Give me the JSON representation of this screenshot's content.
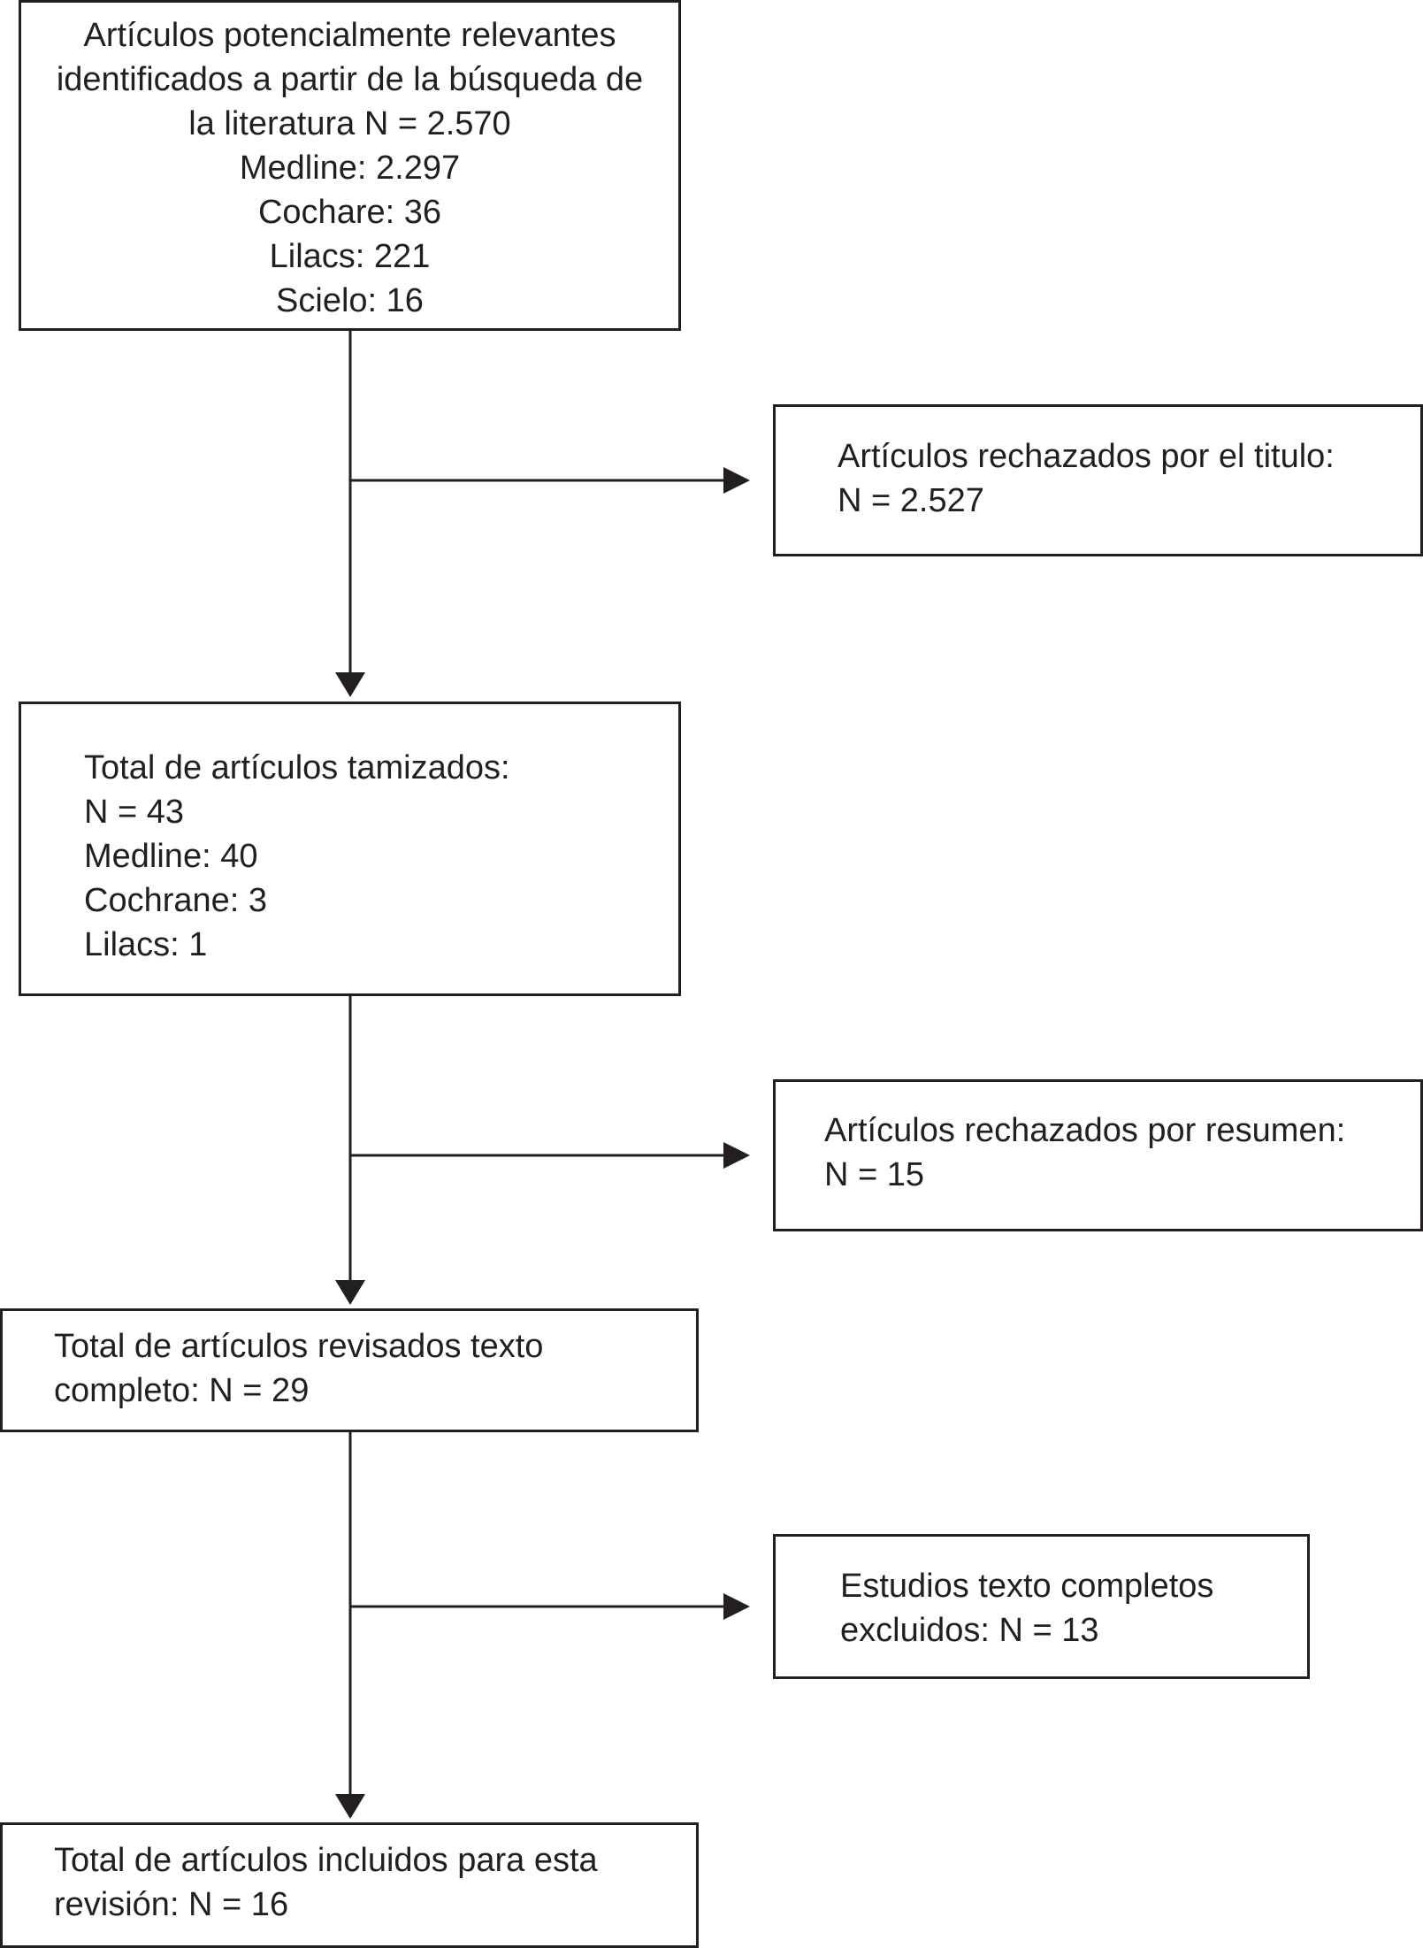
{
  "boxes": {
    "identified": {
      "lines": [
        "Artículos potencialmente relevantes",
        "identificados a partir de la búsqueda de",
        "la literatura N = 2.570",
        "Medline: 2.297",
        "Cochare: 36",
        "Lilacs: 221",
        "Scielo: 16"
      ]
    },
    "rejected_title": {
      "lines": [
        "Artículos rechazados por el titulo:",
        "N = 2.527"
      ]
    },
    "screened": {
      "lines": [
        "Total de artículos tamizados:",
        "N = 43",
        "Medline: 40",
        "Cochrane: 3",
        "Lilacs: 1"
      ]
    },
    "rejected_abstract": {
      "lines": [
        "Artículos rechazados por resumen:",
        "N = 15"
      ]
    },
    "fulltext_reviewed": {
      "lines": [
        "Total de artículos revisados texto",
        "completo: N = 29"
      ]
    },
    "fulltext_excluded": {
      "lines": [
        "Estudios texto completos",
        "excluidos: N = 13"
      ]
    },
    "included": {
      "lines": [
        "Total de artículos incluidos para esta",
        "revisión: N = 16"
      ]
    }
  },
  "colors": {
    "stroke": "#231f20",
    "background": "#ffffff"
  }
}
